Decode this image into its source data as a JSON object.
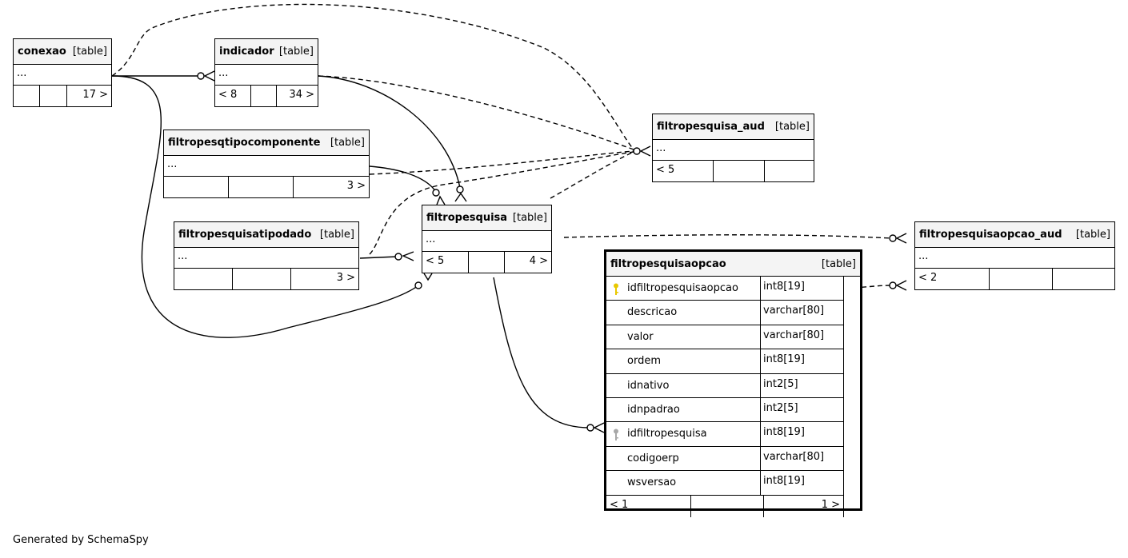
{
  "tables": {
    "conexao": {
      "name": "conexao",
      "type": "[table]",
      "dots": "...",
      "foot": [
        "",
        "",
        "17 >"
      ]
    },
    "indicador": {
      "name": "indicador",
      "type": "[table]",
      "dots": "...",
      "foot": [
        "< 8",
        "",
        "34 >"
      ]
    },
    "filtropesqtipocomponente": {
      "name": "filtropesqtipocomponente",
      "type": "[table]",
      "dots": "...",
      "foot": [
        "",
        "",
        "3 >"
      ]
    },
    "filtropesquisatipodado": {
      "name": "filtropesquisatipodado",
      "type": "[table]",
      "dots": "...",
      "foot": [
        "",
        "",
        "3 >"
      ]
    },
    "filtropesquisa": {
      "name": "filtropesquisa",
      "type": "[table]",
      "dots": "...",
      "foot": [
        "< 5",
        "",
        "4 >"
      ]
    },
    "filtropesquisa_aud": {
      "name": "filtropesquisa_aud",
      "type": "[table]",
      "dots": "...",
      "foot": [
        "< 5",
        "",
        ""
      ]
    },
    "filtropesquisaopcao_aud": {
      "name": "filtropesquisaopcao_aud",
      "type": "[table]",
      "dots": "...",
      "foot": [
        "< 2",
        "",
        ""
      ]
    }
  },
  "focus_table": {
    "name": "filtropesquisaopcao",
    "type": "[table]",
    "columns": [
      {
        "name": "idfiltropesquisaopcao",
        "type": "int8[19]",
        "key": "primary"
      },
      {
        "name": "descricao",
        "type": "varchar[80]",
        "key": ""
      },
      {
        "name": "valor",
        "type": "varchar[80]",
        "key": ""
      },
      {
        "name": "ordem",
        "type": "int8[19]",
        "key": ""
      },
      {
        "name": "idnativo",
        "type": "int2[5]",
        "key": ""
      },
      {
        "name": "idnpadrao",
        "type": "int2[5]",
        "key": ""
      },
      {
        "name": "idfiltropesquisa",
        "type": "int8[19]",
        "key": "foreign"
      },
      {
        "name": "codigoerp",
        "type": "varchar[80]",
        "key": ""
      },
      {
        "name": "wsversao",
        "type": "int8[19]",
        "key": ""
      }
    ],
    "foot": [
      "< 1",
      "",
      "1 >"
    ]
  },
  "colors": {
    "primary_key": "#e8c800",
    "foreign_key": "#a8a8a8",
    "header_bg": "#f4f4f4"
  },
  "footer_text": "Generated by SchemaSpy"
}
